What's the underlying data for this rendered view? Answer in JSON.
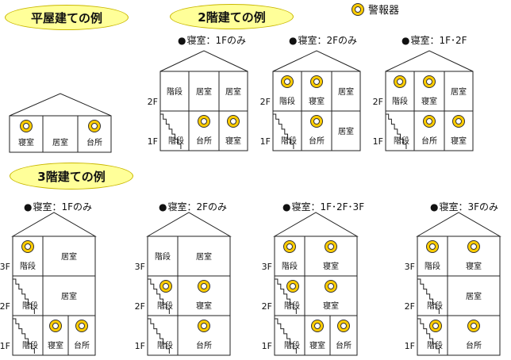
{
  "legend": {
    "icon": "smoke-alarm-icon",
    "label": "警報器",
    "alarm_color": "#ffcc00"
  },
  "sections": {
    "one_story": {
      "title": "平屋建ての例"
    },
    "two_story": {
      "title": "2階建ての例"
    },
    "three_story": {
      "title": "3階建ての例"
    }
  },
  "floor_labels": {
    "f1": "1F",
    "f2": "2F",
    "f3": "3F"
  },
  "houses": [
    {
      "id": "one-story",
      "label": "",
      "floors": [
        {
          "floor": "",
          "rooms": [
            {
              "name": "寝室",
              "alarm": true
            },
            {
              "name": "居室",
              "alarm": false
            },
            {
              "name": "台所",
              "alarm": true
            }
          ]
        }
      ]
    },
    {
      "id": "two-story-bedroom-1f",
      "label": "寝室：1Fのみ",
      "floors": [
        {
          "floor": "2F",
          "rooms": [
            {
              "name": "階段",
              "alarm": false
            },
            {
              "name": "居室",
              "alarm": false
            },
            {
              "name": "居室",
              "alarm": false
            }
          ]
        },
        {
          "floor": "1F",
          "rooms": [
            {
              "name": "階段",
              "alarm": false,
              "stairs": true
            },
            {
              "name": "台所",
              "alarm": true
            },
            {
              "name": "寝室",
              "alarm": true
            }
          ]
        }
      ]
    },
    {
      "id": "two-story-bedroom-2f",
      "label": "寝室：2Fのみ",
      "floors": [
        {
          "floor": "2F",
          "rooms": [
            {
              "name": "階段",
              "alarm": true
            },
            {
              "name": "寝室",
              "alarm": true
            },
            {
              "name": "居室",
              "alarm": false
            }
          ]
        },
        {
          "floor": "1F",
          "rooms": [
            {
              "name": "階段",
              "alarm": false,
              "stairs": true
            },
            {
              "name": "台所",
              "alarm": true
            },
            {
              "name": "居室",
              "alarm": false
            }
          ]
        }
      ]
    },
    {
      "id": "two-story-bedroom-1f-2f",
      "label": "寝室：1F･2F",
      "floors": [
        {
          "floor": "2F",
          "rooms": [
            {
              "name": "階段",
              "alarm": true
            },
            {
              "name": "寝室",
              "alarm": true
            },
            {
              "name": "居室",
              "alarm": false
            }
          ]
        },
        {
          "floor": "1F",
          "rooms": [
            {
              "name": "階段",
              "alarm": false,
              "stairs": true
            },
            {
              "name": "台所",
              "alarm": true
            },
            {
              "name": "寝室",
              "alarm": true
            }
          ]
        }
      ]
    },
    {
      "id": "three-story-bedroom-1f",
      "label": "寝室：1Fのみ",
      "floors": [
        {
          "floor": "3F",
          "rooms": [
            {
              "name": "階段",
              "alarm": true
            },
            {
              "name": "居室",
              "alarm": false
            }
          ]
        },
        {
          "floor": "2F",
          "rooms": [
            {
              "name": "階段",
              "alarm": false,
              "stairs": true
            },
            {
              "name": "居室",
              "alarm": false
            }
          ]
        },
        {
          "floor": "1F",
          "rooms": [
            {
              "name": "階段",
              "alarm": false,
              "stairs": true
            },
            {
              "name": "寝室",
              "alarm": true
            },
            {
              "name": "台所",
              "alarm": true
            }
          ]
        }
      ]
    },
    {
      "id": "three-story-bedroom-2f",
      "label": "寝室：2Fのみ",
      "floors": [
        {
          "floor": "3F",
          "rooms": [
            {
              "name": "階段",
              "alarm": false
            },
            {
              "name": "居室",
              "alarm": false
            }
          ]
        },
        {
          "floor": "2F",
          "rooms": [
            {
              "name": "階段",
              "alarm": true,
              "stairs": true
            },
            {
              "name": "寝室",
              "alarm": true
            }
          ]
        },
        {
          "floor": "1F",
          "rooms": [
            {
              "name": "階段",
              "alarm": false,
              "stairs": true
            },
            {
              "name": "台所",
              "alarm": true
            }
          ]
        }
      ]
    },
    {
      "id": "three-story-bedroom-1f-2f-3f",
      "label": "寝室：1F･2F･3F",
      "floors": [
        {
          "floor": "3F",
          "rooms": [
            {
              "name": "階段",
              "alarm": true
            },
            {
              "name": "寝室",
              "alarm": true
            }
          ]
        },
        {
          "floor": "2F",
          "rooms": [
            {
              "name": "階段",
              "alarm": true,
              "stairs": true
            },
            {
              "name": "寝室",
              "alarm": true
            }
          ]
        },
        {
          "floor": "1F",
          "rooms": [
            {
              "name": "階段",
              "alarm": false,
              "stairs": true
            },
            {
              "name": "寝室",
              "alarm": true
            },
            {
              "name": "台所",
              "alarm": true
            }
          ]
        }
      ]
    },
    {
      "id": "three-story-bedroom-3f",
      "label": "寝室：3Fのみ",
      "floors": [
        {
          "floor": "3F",
          "rooms": [
            {
              "name": "階段",
              "alarm": true
            },
            {
              "name": "寝室",
              "alarm": true
            }
          ]
        },
        {
          "floor": "2F",
          "rooms": [
            {
              "name": "階段",
              "alarm": false,
              "stairs": true
            },
            {
              "name": "居室",
              "alarm": false
            }
          ]
        },
        {
          "floor": "1F",
          "rooms": [
            {
              "name": "階段",
              "alarm": true,
              "stairs": true
            },
            {
              "name": "台所",
              "alarm": true
            }
          ]
        }
      ]
    }
  ]
}
